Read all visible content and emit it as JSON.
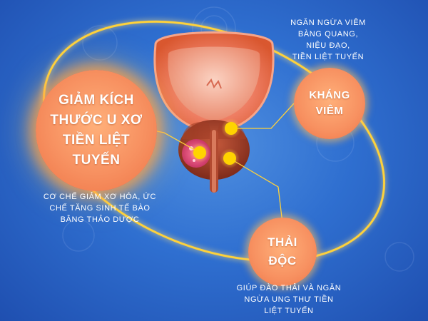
{
  "colors": {
    "background": "#2f6fd0",
    "ring": "#ffd23a",
    "circle_fill": "#f79060",
    "node_dot": "#ffd400",
    "text": "#ffffff"
  },
  "diagram": {
    "nodes": [
      {
        "id": "giam-kich-thuoc",
        "label": "GIẢM KÍCH\nTHƯỚC U XƠ\nTIỀN LIỆT\nTUYẾN",
        "caption": "CƠ CHẾ GIẢM XƠ HÓA, ỨC\nCHẾ TĂNG SINH TẾ BÀO\nBẰNG THẢO DƯỢC"
      },
      {
        "id": "khang-viem",
        "label": "KHÁNG\nVIÊM",
        "caption": "NGĂN NGỪA VIÊM\nBÀNG QUANG,\nNIỆU ĐẠO,\nTIỀN LIỆT TUYẾN"
      },
      {
        "id": "thai-doc",
        "label": "THẢI\nĐỘC",
        "caption": "GIÚP ĐÀO THẢI VÀ NGĂN\nNGỪA UNG THƯ TIỀN\nLIỆT TUYẾN"
      }
    ]
  }
}
